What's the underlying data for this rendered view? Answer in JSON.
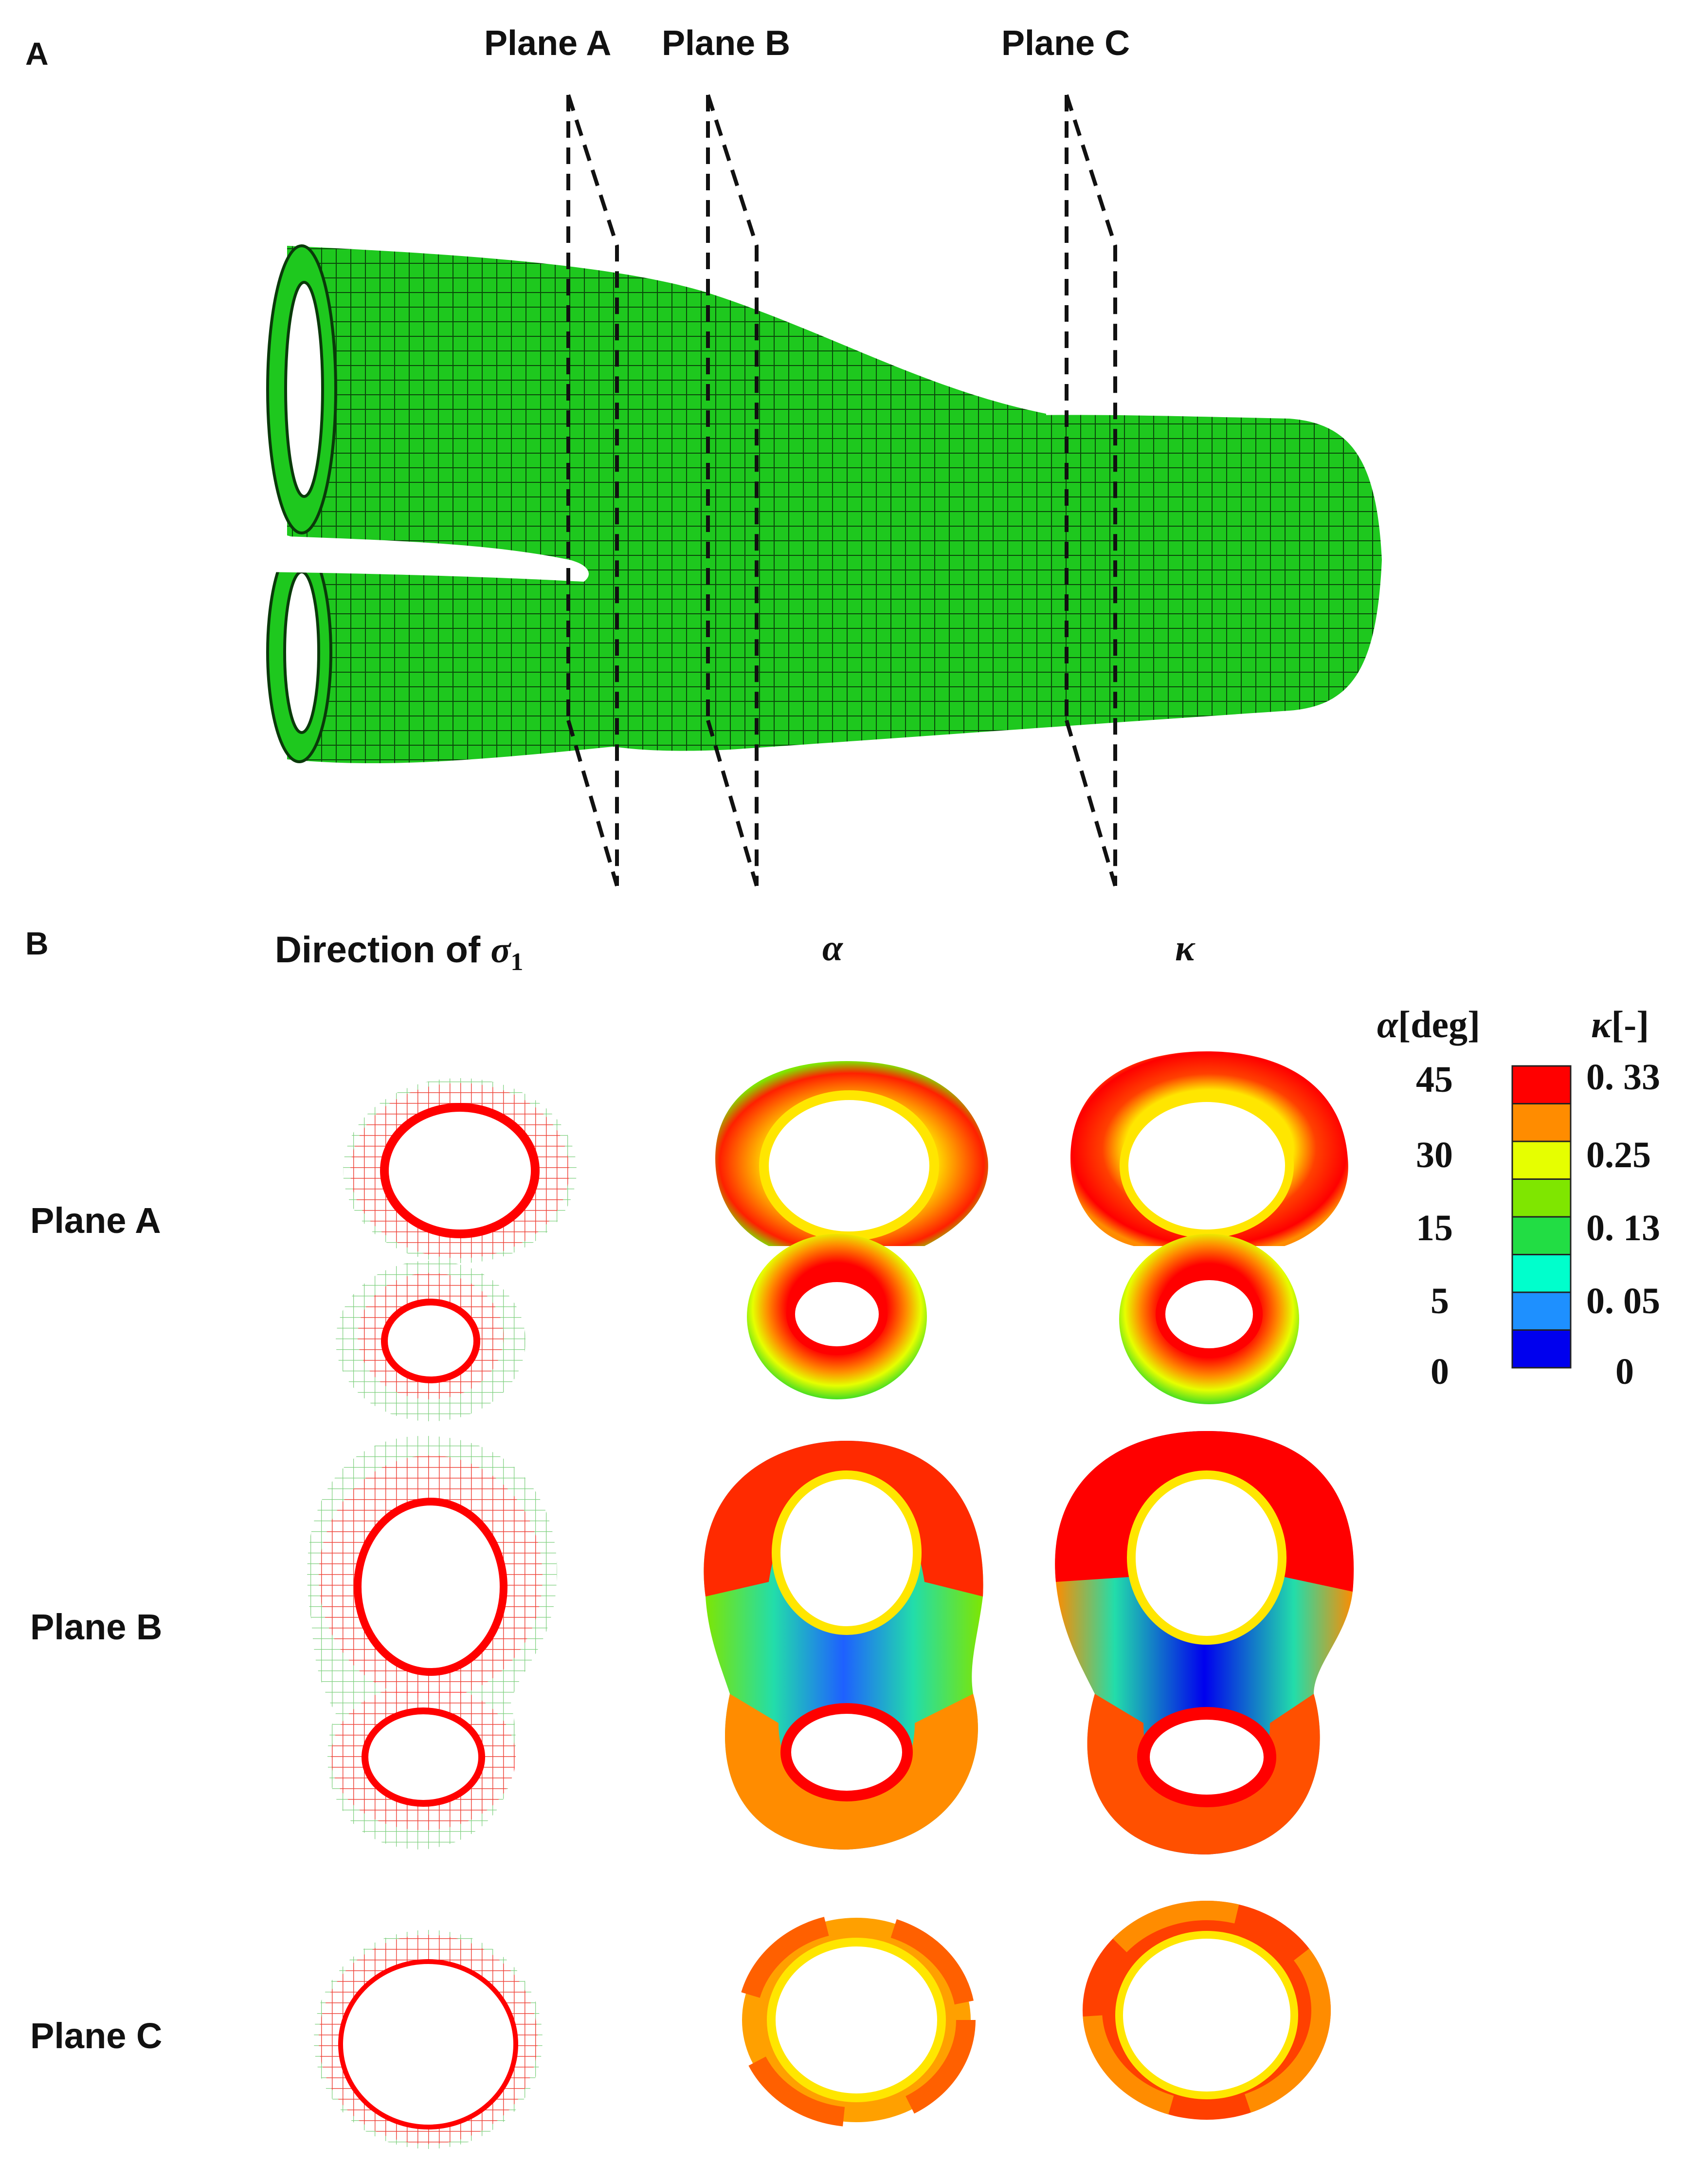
{
  "panels": {
    "a": "A",
    "b": "B"
  },
  "planes": [
    "Plane A",
    "Plane B",
    "Plane C"
  ],
  "columns": {
    "direction_prefix": "Direction of ",
    "sigma": "σ",
    "sigma_sub": "1",
    "alpha": "α",
    "kappa": "κ"
  },
  "legend": {
    "alpha_symbol": "α",
    "alpha_unit": "[deg]",
    "kappa_symbol": "κ",
    "kappa_unit": "[-]",
    "alpha_ticks": [
      "45",
      "30",
      "15",
      "5",
      "0"
    ],
    "kappa_ticks": [
      "0. 33",
      "0.25",
      "0. 13",
      "0. 05",
      "0"
    ],
    "colors": [
      "#ff0000",
      "#ff8c00",
      "#e6ff00",
      "#7fe600",
      "#22dd44",
      "#00ffcc",
      "#1e90ff",
      "#0000ee"
    ]
  },
  "colors": {
    "mesh": "#1ec81e",
    "mesh_line": "#0a3a0a",
    "stress": "#ff0000",
    "dash": "#111111"
  }
}
